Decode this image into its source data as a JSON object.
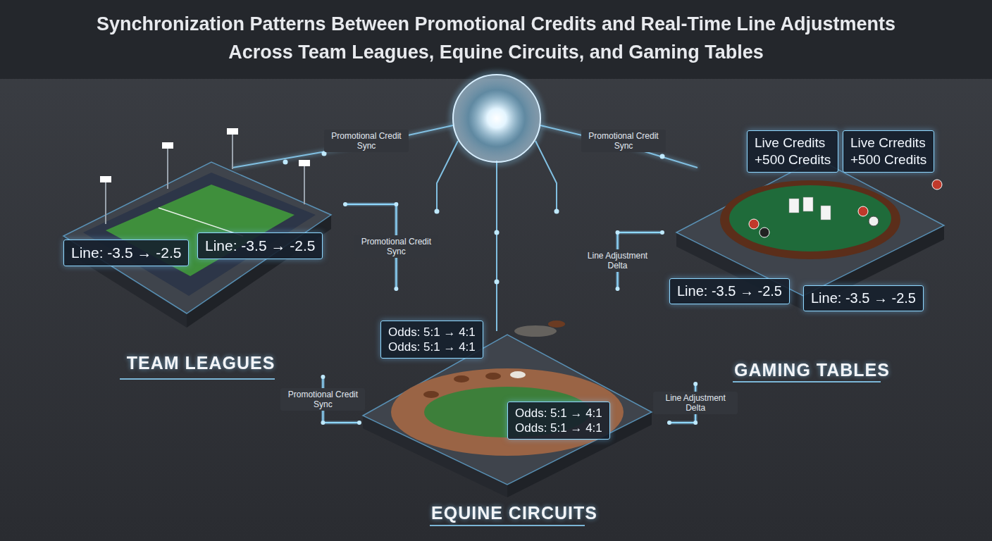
{
  "diagram": {
    "title": "Synchronization Patterns Between Promotional Credits and Real-Time Line Adjustments Across Team Leagues, Equine Circuits, and Gaming Tables",
    "nodes": [
      {
        "text": [
          "TEAM LEAGUES"
        ]
      },
      {
        "text": [
          "Line: -3.5 → -2.5"
        ],
        "in": 0
      },
      {
        "text": [
          "Line: -3.5 → -2.5"
        ],
        "in": 0
      },
      {
        "text": [
          "EQUINE CIRCUITS"
        ]
      },
      {
        "text": [
          "Odds: 5:1 → 4:1",
          "Odds: 5:1 → 4:1"
        ],
        "in": 3
      },
      {
        "text": [
          "Odds: 5:1 → 4:1",
          "Odds: 5:1 → 4:1"
        ],
        "in": 3
      },
      {
        "text": [
          "GAMING TABLES"
        ]
      },
      {
        "text": [
          "Live Credits",
          "+500 Credits"
        ],
        "in": 6
      },
      {
        "text": [
          "Live Crredits",
          "+500 Credits"
        ],
        "in": 6
      },
      {
        "text": [
          "Line: -3.5 → -2.5"
        ],
        "in": 6
      },
      {
        "text": [
          "Line: -3.5 → -2.5"
        ],
        "in": 6
      }
    ],
    "edges": [
      {
        "from": 0,
        "to": 3,
        "arrow": "none",
        "label": "Promotional Credit Sync"
      },
      {
        "from": 0,
        "to": 3,
        "arrow": "none",
        "label": "Promotional Credit Sync"
      },
      {
        "from": 6,
        "to": 3,
        "arrow": "none",
        "label": "Line Adjustment Delta"
      },
      {
        "from": 6,
        "to": 3,
        "arrow": "none",
        "label": "Line Adjustment Delta"
      }
    ],
    "labels": [
      "Promotional Credit Sync",
      "Promotional Credit Sync"
    ]
  }
}
